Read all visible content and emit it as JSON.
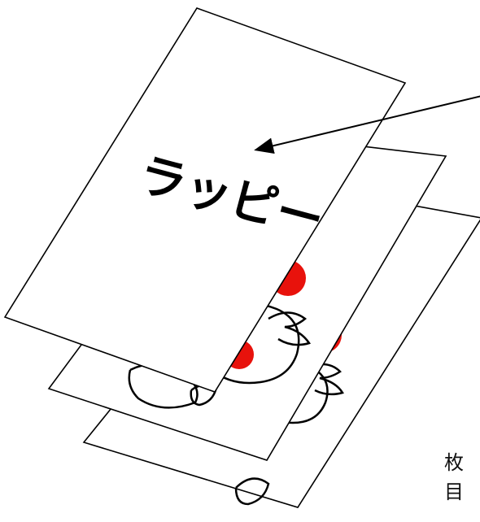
{
  "card_title": "ラッピー",
  "side_labels": [
    "枚",
    "目"
  ],
  "colors": {
    "card_border": "#000000",
    "card_fill": "#ffffff",
    "accent_red": "#e8120c",
    "ink": "#000000"
  },
  "icons": {
    "character": "bird-character-icon",
    "arrow": "arrow-icon"
  }
}
